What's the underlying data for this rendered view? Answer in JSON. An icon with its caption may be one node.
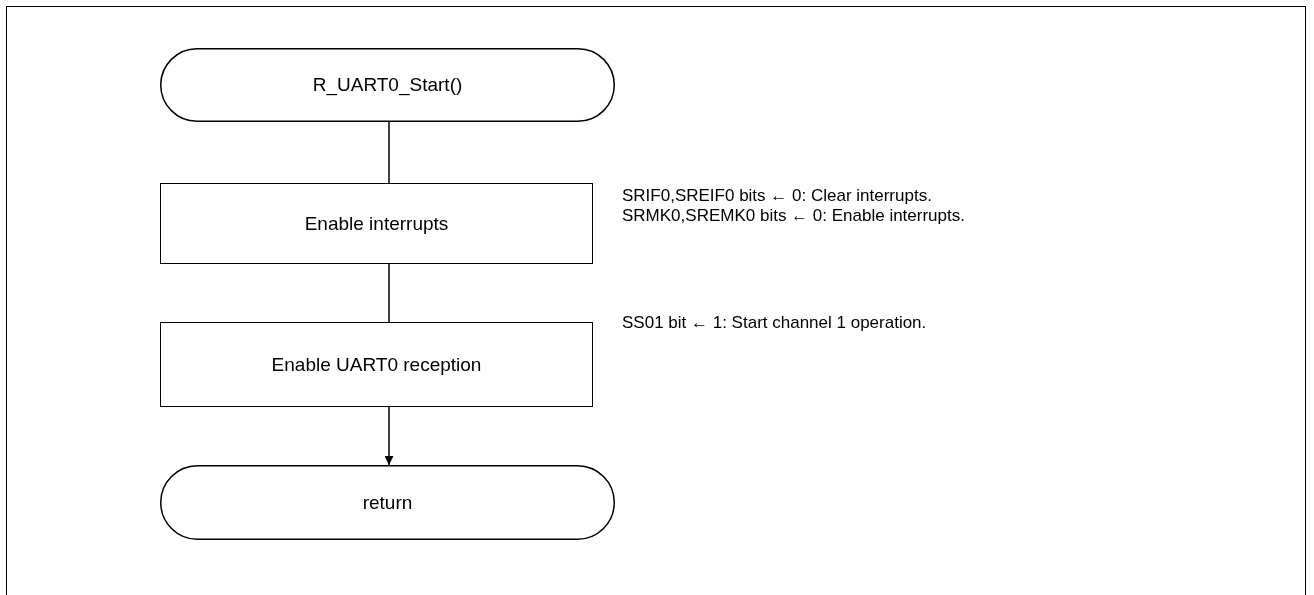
{
  "diagram": {
    "nodes": [
      {
        "text": [
          "R_UART0_Start()"
        ]
      },
      {
        "text": [
          "Enable interrupts"
        ],
        "beside": [
          "SRIF0,SREIF0 bits ← 0: Clear interrupts.",
          "SRMK0,SREMK0 bits ← 0: Enable interrupts."
        ]
      },
      {
        "text": [
          "Enable UART0 reception"
        ],
        "beside": [
          "SS01 bit ← 1: Start channel 1 operation."
        ]
      },
      {
        "text": [
          "return"
        ]
      }
    ],
    "edges": [
      {
        "from": 0,
        "to": 1,
        "arrow": "none"
      },
      {
        "from": 1,
        "to": 2,
        "arrow": "none"
      },
      {
        "from": 2,
        "to": 3,
        "arrow": "to"
      }
    ]
  }
}
